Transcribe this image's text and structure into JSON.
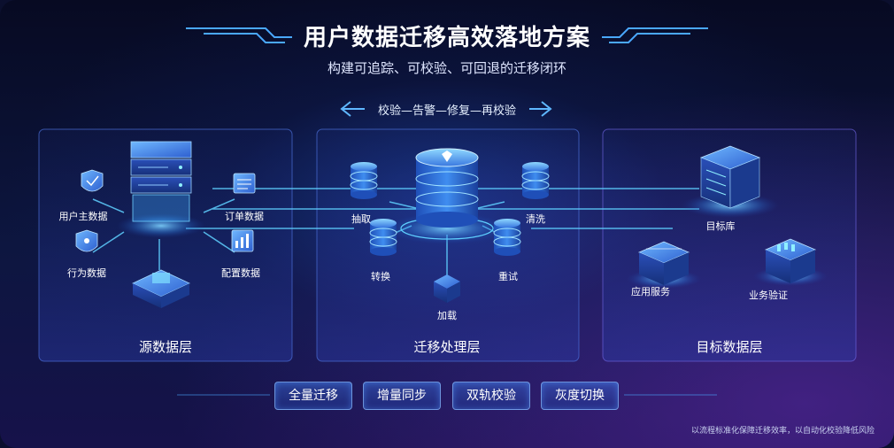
{
  "title": "用户数据迁移高效落地方案",
  "subtitle": "构建可追踪、可校验、可回退的迁移闭环",
  "loop_label": "校验—告警—修复—再校验",
  "layers": {
    "source": {
      "title": "源数据层",
      "nodes": [
        "用户主数据",
        "行为数据",
        "订单数据",
        "配置数据"
      ]
    },
    "process": {
      "title": "迁移处理层",
      "nodes": [
        "抽取",
        "转换",
        "清洗",
        "重试",
        "加载"
      ]
    },
    "target": {
      "title": "目标数据层",
      "nodes": [
        "目标库",
        "应用服务",
        "业务验证"
      ]
    }
  },
  "actions": [
    "全量迁移",
    "增量同步",
    "双轨校验",
    "灰度切换"
  ],
  "footer": "以流程标准化保障迁移效率，以自动化校验降低风险",
  "colors": {
    "accent": "#3da9ff",
    "glow": "#5fd0ff",
    "panel_border": "#4b6fd8",
    "purple": "#7a3ed8"
  }
}
